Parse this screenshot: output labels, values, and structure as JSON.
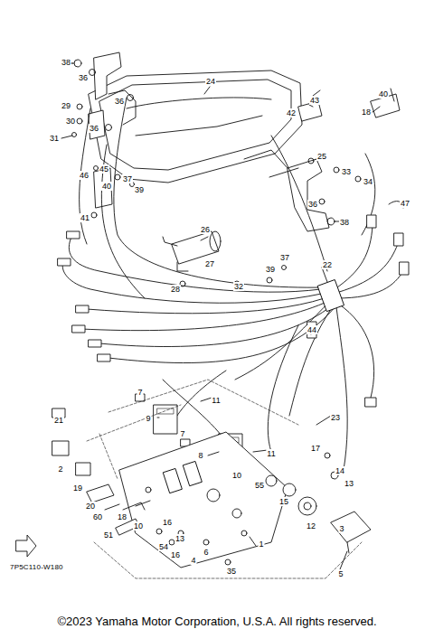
{
  "diagram": {
    "labels": [
      "38",
      "36",
      "24",
      "36",
      "29",
      "30",
      "36",
      "31",
      "45",
      "46",
      "37",
      "39",
      "40",
      "41",
      "43",
      "42",
      "40",
      "18",
      "25",
      "33",
      "34",
      "36",
      "47",
      "38",
      "26",
      "27",
      "28",
      "32",
      "39",
      "37",
      "22",
      "44",
      "7",
      "9",
      "11",
      "7",
      "8",
      "11",
      "23",
      "17",
      "14",
      "13",
      "55",
      "15",
      "12",
      "3",
      "5",
      "21",
      "2",
      "19",
      "20",
      "60",
      "51",
      "18",
      "10",
      "16",
      "13",
      "54",
      "16",
      "6",
      "1",
      "35",
      "4",
      "10",
      "7P5C110-W180",
      "©2023 Yamaha Motor Corporation, U.S.A. All rights reserved."
    ]
  }
}
